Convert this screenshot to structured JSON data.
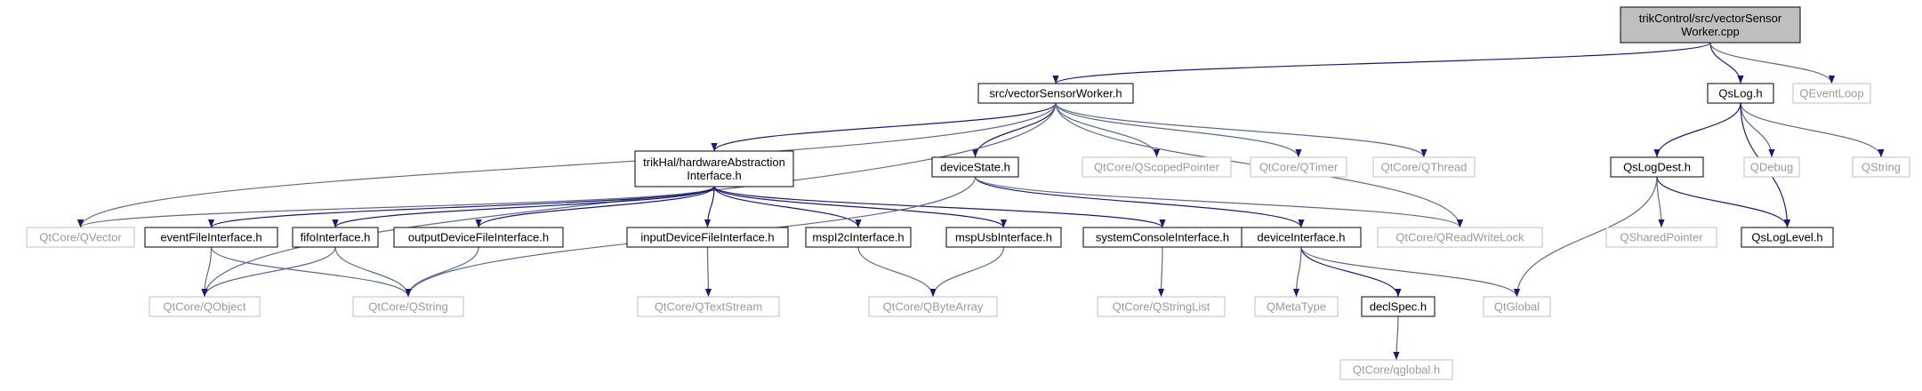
{
  "colors": {
    "edge": "#191970",
    "edge_light": "#5a6a8a",
    "box_border": "#000000",
    "box_border_external": "#bfbfbf",
    "root_fill": "#bfbfbf",
    "text": "#000000",
    "text_external": "#9a9a9a"
  },
  "nodes": [
    {
      "id": "root",
      "lines": [
        "trikControl/src/vectorSensor",
        "Worker.cpp"
      ],
      "kind": "root"
    },
    {
      "id": "vsw",
      "lines": [
        "src/vectorSensorWorker.h"
      ],
      "kind": "local"
    },
    {
      "id": "qslog",
      "lines": [
        "QsLog.h"
      ],
      "kind": "local"
    },
    {
      "id": "qeventloop",
      "lines": [
        "QEventLoop"
      ],
      "kind": "external"
    },
    {
      "id": "hal",
      "lines": [
        "trikHal/hardwareAbstraction",
        "Interface.h"
      ],
      "kind": "local"
    },
    {
      "id": "devstate",
      "lines": [
        "deviceState.h"
      ],
      "kind": "local"
    },
    {
      "id": "qscoped",
      "lines": [
        "QtCore/QScopedPointer"
      ],
      "kind": "external"
    },
    {
      "id": "qtimer",
      "lines": [
        "QtCore/QTimer"
      ],
      "kind": "external"
    },
    {
      "id": "qthread",
      "lines": [
        "QtCore/QThread"
      ],
      "kind": "external"
    },
    {
      "id": "qslogdest",
      "lines": [
        "QsLogDest.h"
      ],
      "kind": "local"
    },
    {
      "id": "qdebug",
      "lines": [
        "QDebug"
      ],
      "kind": "external"
    },
    {
      "id": "qstring2",
      "lines": [
        "QString"
      ],
      "kind": "external"
    },
    {
      "id": "qvector",
      "lines": [
        "QtCore/QVector"
      ],
      "kind": "external"
    },
    {
      "id": "evfile",
      "lines": [
        "eventFileInterface.h"
      ],
      "kind": "local"
    },
    {
      "id": "fifo",
      "lines": [
        "fifoInterface.h"
      ],
      "kind": "local"
    },
    {
      "id": "outdev",
      "lines": [
        "outputDeviceFileInterface.h"
      ],
      "kind": "local"
    },
    {
      "id": "indev",
      "lines": [
        "inputDeviceFileInterface.h"
      ],
      "kind": "local"
    },
    {
      "id": "mspi2c",
      "lines": [
        "mspI2cInterface.h"
      ],
      "kind": "local"
    },
    {
      "id": "mspusb",
      "lines": [
        "mspUsbInterface.h"
      ],
      "kind": "local"
    },
    {
      "id": "syscon",
      "lines": [
        "systemConsoleInterface.h"
      ],
      "kind": "local"
    },
    {
      "id": "devint",
      "lines": [
        "deviceInterface.h"
      ],
      "kind": "local"
    },
    {
      "id": "qrwlock",
      "lines": [
        "QtCore/QReadWriteLock"
      ],
      "kind": "external"
    },
    {
      "id": "qshared",
      "lines": [
        "QSharedPointer"
      ],
      "kind": "external"
    },
    {
      "id": "qsloglevel",
      "lines": [
        "QsLogLevel.h"
      ],
      "kind": "local"
    },
    {
      "id": "qobject",
      "lines": [
        "QtCore/QObject"
      ],
      "kind": "external"
    },
    {
      "id": "qstring",
      "lines": [
        "QtCore/QString"
      ],
      "kind": "external"
    },
    {
      "id": "qtextstream",
      "lines": [
        "QtCore/QTextStream"
      ],
      "kind": "external"
    },
    {
      "id": "qbytearray",
      "lines": [
        "QtCore/QByteArray"
      ],
      "kind": "external"
    },
    {
      "id": "qstringlist",
      "lines": [
        "QtCore/QStringList"
      ],
      "kind": "external"
    },
    {
      "id": "qmetatype",
      "lines": [
        "QMetaType"
      ],
      "kind": "external"
    },
    {
      "id": "declspec",
      "lines": [
        "declSpec.h"
      ],
      "kind": "local"
    },
    {
      "id": "qglobal",
      "lines": [
        "QtGlobal"
      ],
      "kind": "external"
    },
    {
      "id": "qqglobal",
      "lines": [
        "QtCore/qglobal.h"
      ],
      "kind": "external"
    }
  ],
  "edges": [
    [
      "root",
      "vsw"
    ],
    [
      "root",
      "qslog"
    ],
    [
      "root",
      "qeventloop"
    ],
    [
      "vsw",
      "hal"
    ],
    [
      "vsw",
      "devstate"
    ],
    [
      "vsw",
      "qscoped"
    ],
    [
      "vsw",
      "qtimer"
    ],
    [
      "vsw",
      "qthread"
    ],
    [
      "vsw",
      "qvector"
    ],
    [
      "vsw",
      "qobject"
    ],
    [
      "vsw",
      "qrwlock"
    ],
    [
      "qslog",
      "qslogdest"
    ],
    [
      "qslog",
      "qdebug"
    ],
    [
      "qslog",
      "qstring2"
    ],
    [
      "qslog",
      "qsloglevel"
    ],
    [
      "hal",
      "qvector"
    ],
    [
      "hal",
      "evfile"
    ],
    [
      "hal",
      "fifo"
    ],
    [
      "hal",
      "outdev"
    ],
    [
      "hal",
      "indev"
    ],
    [
      "hal",
      "mspi2c"
    ],
    [
      "hal",
      "mspusb"
    ],
    [
      "hal",
      "syscon"
    ],
    [
      "devstate",
      "devint"
    ],
    [
      "devstate",
      "qrwlock"
    ],
    [
      "devstate",
      "qstring"
    ],
    [
      "qslogdest",
      "qshared"
    ],
    [
      "qslogdest",
      "qsloglevel"
    ],
    [
      "qslogdest",
      "qglobal"
    ],
    [
      "evfile",
      "qobject"
    ],
    [
      "evfile",
      "qstring"
    ],
    [
      "fifo",
      "qobject"
    ],
    [
      "fifo",
      "qstring"
    ],
    [
      "outdev",
      "qstring"
    ],
    [
      "indev",
      "qtextstream"
    ],
    [
      "mspi2c",
      "qbytearray"
    ],
    [
      "mspusb",
      "qbytearray"
    ],
    [
      "syscon",
      "qstringlist"
    ],
    [
      "devint",
      "qmetatype"
    ],
    [
      "devint",
      "declspec"
    ],
    [
      "devint",
      "qglobal"
    ],
    [
      "declspec",
      "qqglobal"
    ]
  ]
}
